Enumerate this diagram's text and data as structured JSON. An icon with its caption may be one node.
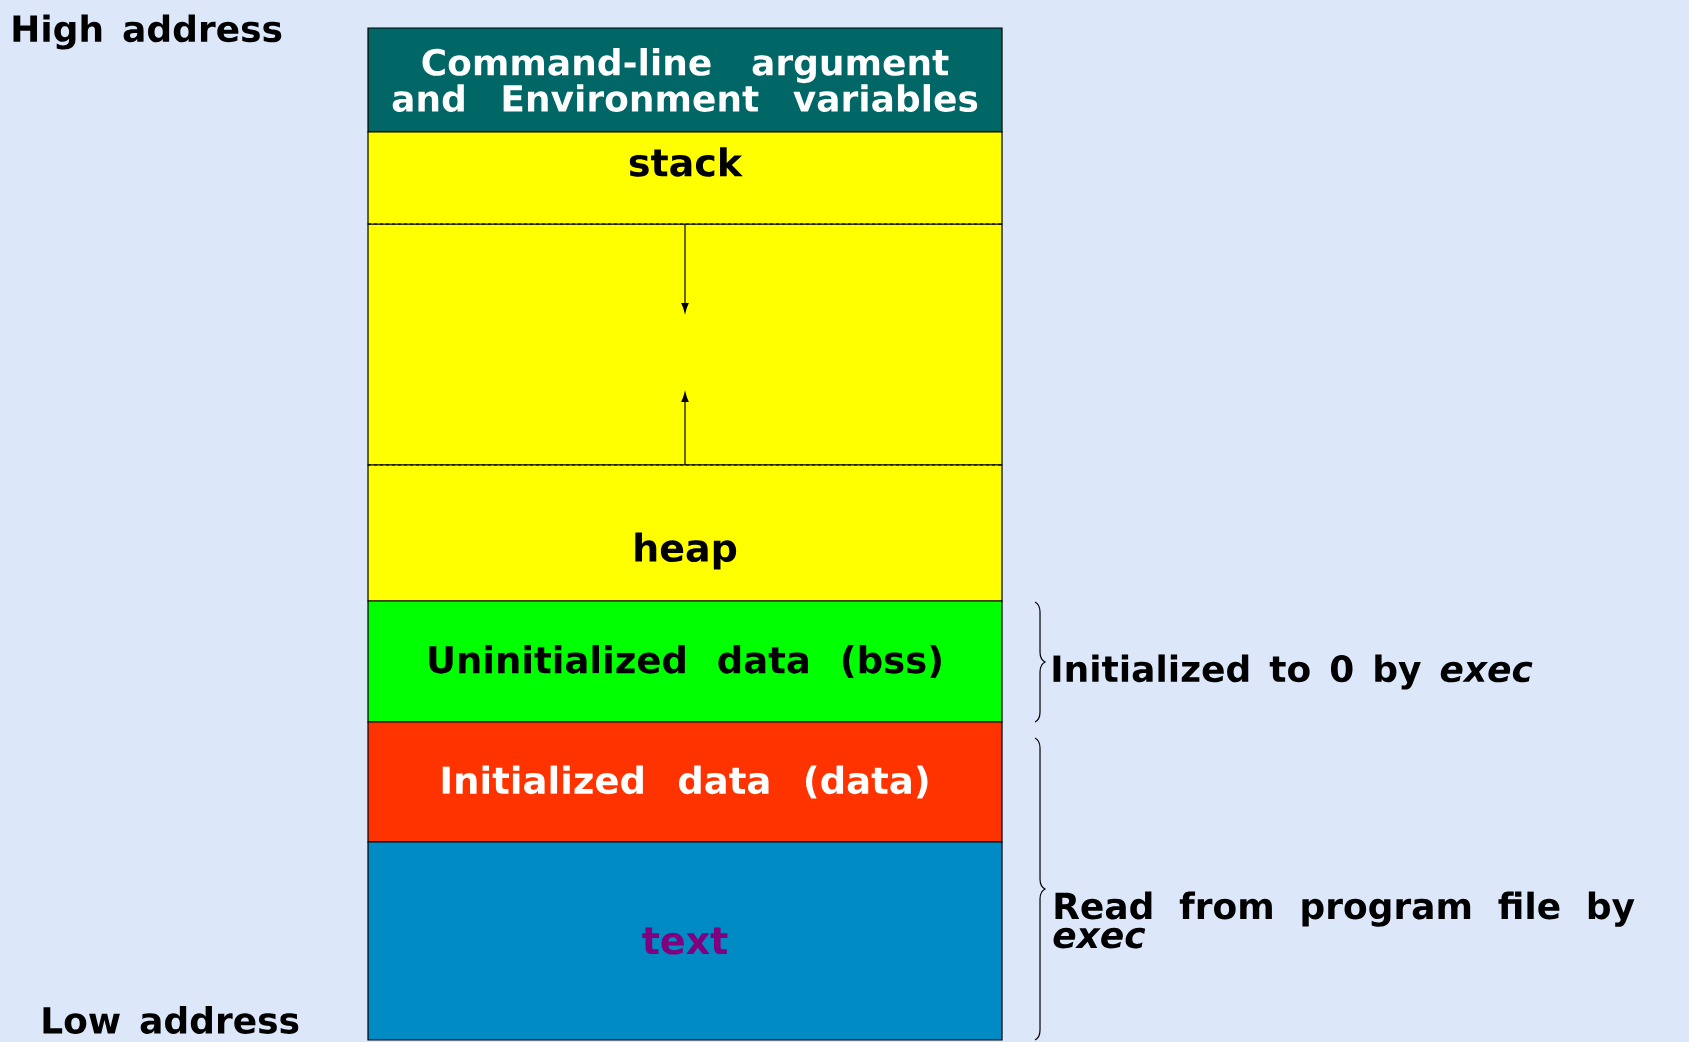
{
  "diagram": {
    "nodes": [
      {
        "text": [
          "Command-line argument and Environment variables"
        ]
      },
      {
        "text": [
          "stack"
        ]
      },
      {
        "text": [
          "heap"
        ]
      },
      {
        "text": [
          "Uninitialized data (bss)"
        ]
      },
      {
        "text": [
          "Initialized data  (data)"
        ]
      },
      {
        "text": [
          "text"
        ]
      }
    ],
    "labels": [
      "High address",
      "Low address",
      "Initialized to 0 by *exec*",
      "Read from program file by *exec*"
    ]
  }
}
